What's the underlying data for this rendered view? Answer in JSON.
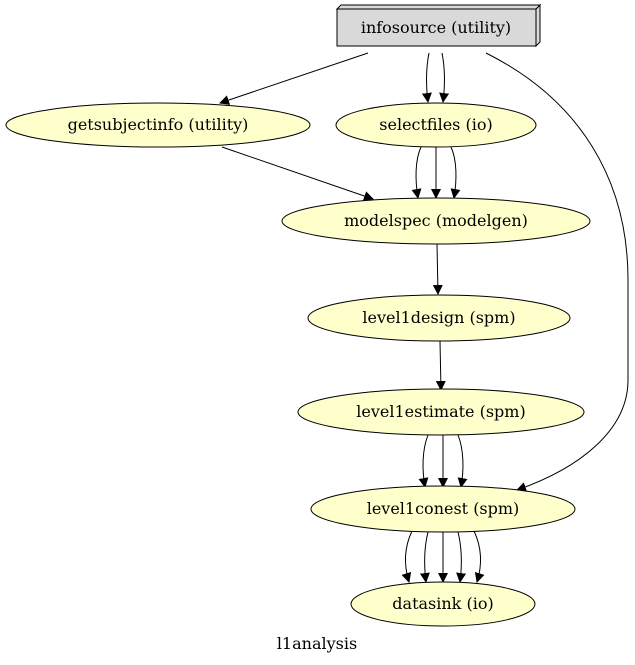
{
  "graph": {
    "label": "l1analysis",
    "colors": {
      "node_fill": "#ffffcc",
      "box_fill": "#d9d9d9",
      "stroke": "#000000"
    },
    "nodes": {
      "infosource": "infosource (utility)",
      "getsubjectinfo": "getsubjectinfo (utility)",
      "selectfiles": "selectfiles (io)",
      "modelspec": "modelspec (modelgen)",
      "level1design": "level1design (spm)",
      "level1estimate": "level1estimate (spm)",
      "level1conest": "level1conest (spm)",
      "datasink": "datasink (io)"
    },
    "edges": [
      {
        "from": "infosource",
        "to": "getsubjectinfo",
        "count": 1
      },
      {
        "from": "infosource",
        "to": "selectfiles",
        "count": 2
      },
      {
        "from": "infosource",
        "to": "level1conest",
        "count": 1
      },
      {
        "from": "getsubjectinfo",
        "to": "modelspec",
        "count": 1
      },
      {
        "from": "selectfiles",
        "to": "modelspec",
        "count": 3
      },
      {
        "from": "modelspec",
        "to": "level1design",
        "count": 1
      },
      {
        "from": "level1design",
        "to": "level1estimate",
        "count": 1
      },
      {
        "from": "level1estimate",
        "to": "level1conest",
        "count": 3
      },
      {
        "from": "level1conest",
        "to": "datasink",
        "count": 5
      }
    ]
  }
}
